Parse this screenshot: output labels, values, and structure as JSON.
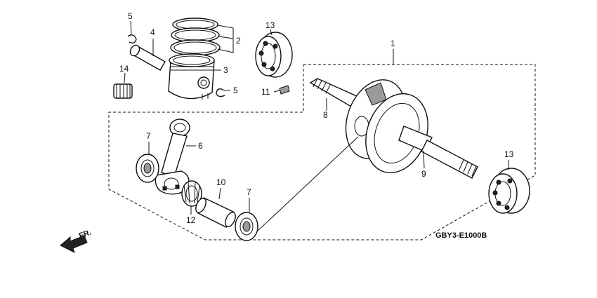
{
  "callouts": {
    "c1": "1",
    "c2": "2",
    "c3": "3",
    "c4": "4",
    "c5a": "5",
    "c5b": "5",
    "c6": "6",
    "c7a": "7",
    "c7b": "7",
    "c8": "8",
    "c9": "9",
    "c10": "10",
    "c11": "11",
    "c12": "12",
    "c13a": "13",
    "c13b": "13",
    "c14": "14"
  },
  "diagram_code": "GBY3-E1000B",
  "direction_label": "FR."
}
